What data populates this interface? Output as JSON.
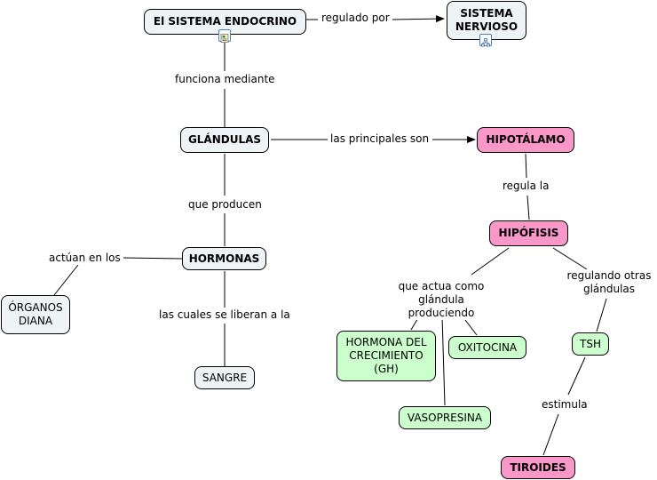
{
  "nodes": {
    "endocrino": "El SISTEMA ENDOCRINO",
    "nervioso": "SISTEMA\nNERVIOSO",
    "glandulas": "GLÁNDULAS",
    "hipotalamo": "HIPOTÁLAMO",
    "hipofisis": "HIPÓFISIS",
    "hormonas": "HORMONAS",
    "organos": "ÓRGANOS\nDIANA",
    "sangre": "SANGRE",
    "gh": "HORMONA DEL\nCRECIMIENTO\n(GH)",
    "oxitocina": "OXITOCINA",
    "vasopresina": "VASOPRESINA",
    "tsh": "TSH",
    "tiroides": "TIROIDES"
  },
  "links": {
    "regulado": "regulado por",
    "funciona": "funciona mediante",
    "principales": "las principales son",
    "regula": "regula la",
    "producen": "que producen",
    "actuan": "actúan en los",
    "liberan": "las cuales se liberan a la",
    "actua_glandula": "que actua como\nglándula produciendo",
    "regulando": "regulando otras\nglándulas",
    "estimula": "estimula"
  },
  "icons": {
    "endocrino": "image-document-icon",
    "nervioso": "concept-map-icon"
  },
  "colors": {
    "gray_node": "#eef3f5",
    "pink_node": "#f997c8",
    "green_node": "#ccfdcc",
    "icon_border": "#4a7cc0"
  }
}
